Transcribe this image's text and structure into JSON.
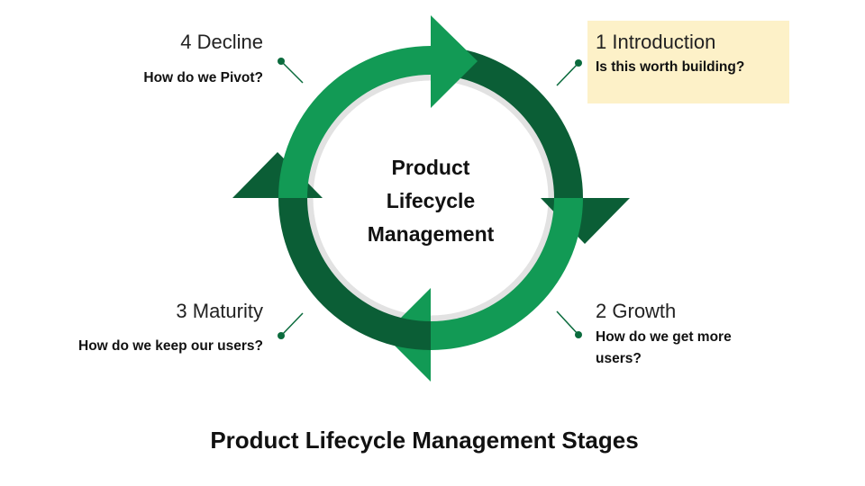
{
  "center": {
    "lines": [
      "Product",
      "Lifecycle",
      "Management"
    ]
  },
  "stages": [
    {
      "number": "1",
      "name": "Introduction",
      "question": "Is this worth building?",
      "highlighted": true,
      "highlight_color": "#fdf1c8"
    },
    {
      "number": "2",
      "name": "Growth",
      "question": "How do we get more users?"
    },
    {
      "number": "3",
      "name": "Maturity",
      "question": "How do we keep our users?"
    },
    {
      "number": "4",
      "name": "Decline",
      "question": "How do we Pivot?"
    }
  ],
  "footer": {
    "title": "Product Lifecycle Management Stages"
  },
  "colors": {
    "dark_green": "#0b5e36",
    "light_green": "#129a55",
    "inner_ring": "#e2e2e2",
    "connector": "#0b6b3d"
  }
}
